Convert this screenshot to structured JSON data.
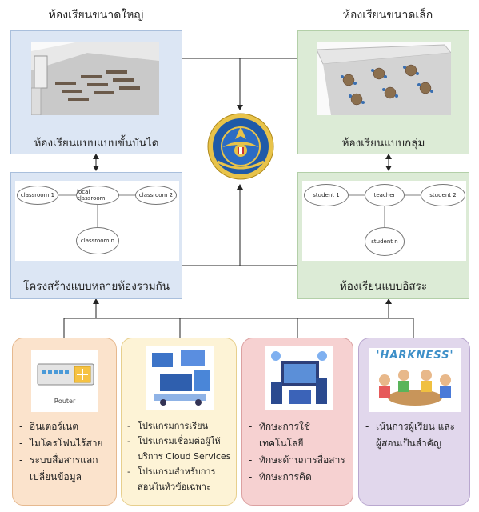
{
  "headers": {
    "large": "ห้องเรียนขนาดใหญ่",
    "small": "ห้องเรียนขนาดเล็ก"
  },
  "boxes": {
    "tiered": "ห้องเรียนแบบแบบขั้นบันได",
    "group": "ห้องเรียนแบบกลุ่ม",
    "multi": "โครงสร้างแบบหลายห้องรวมกัน",
    "free": "ห้องเรียนแบบอิสระ"
  },
  "multi_diagram": {
    "nodes": [
      "classroom 1",
      "local classroom",
      "classroom 2",
      "classroom n"
    ]
  },
  "free_diagram": {
    "nodes": [
      "student 1",
      "teacher",
      "student 2",
      "student n"
    ]
  },
  "bottom": {
    "c1": {
      "icon_label": "Router",
      "items": [
        "อินเตอร์เนต",
        "ไมโครโฟนไร้สาย",
        "ระบบสื่อสารแลก",
        "เปลี่ยนข้อมูล"
      ]
    },
    "c2": {
      "items": [
        "โปรแกรมการเรียน",
        "โปรแกรมเชื่อมต่อผู้ให้",
        "บริการ Cloud Services",
        "โปรแกรมสำหรับการ",
        "สอนในหัวข้อเฉพาะ"
      ]
    },
    "c3": {
      "items": [
        "ทักษะการใช้เทคโนโลยี",
        "ทักษะด้านการสื่อสาร",
        "ทักษะการคิด"
      ]
    },
    "c4": {
      "banner": "'HARKNESS'",
      "items": [
        "เน้นการผู้เรียน และ",
        "ผู้สอนเป็นสำคัญ"
      ]
    }
  },
  "colors": {
    "blue_box": "#dce6f4",
    "green_box": "#dcebd6",
    "orange": "#fbe3cc",
    "yellow": "#fdf3d6",
    "pink": "#f6d1d1",
    "purple": "#e1d7ec",
    "seal_blue": "#1f5aa8",
    "seal_gold": "#e8c34a"
  },
  "icons": [
    "router-icon",
    "cloud-computing-icon",
    "technology-city-icon",
    "harkness-group-icon",
    "seal-emblem"
  ]
}
